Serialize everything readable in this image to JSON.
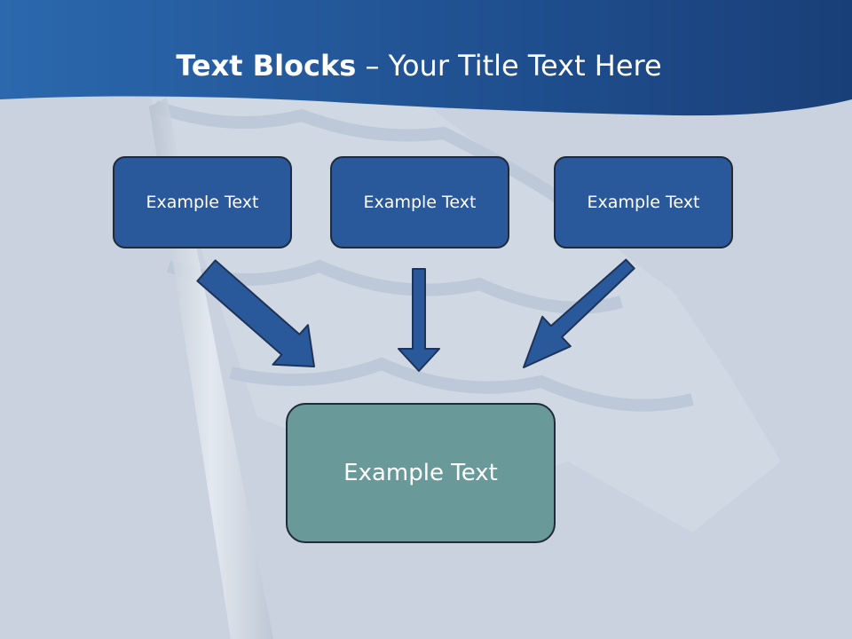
{
  "title": {
    "bold": "Text Blocks",
    "rest": " – Your Title Text Here"
  },
  "blocks": [
    {
      "label": "Example Text"
    },
    {
      "label": "Example Text"
    },
    {
      "label": "Example Text"
    }
  ],
  "result": {
    "label": "Example Text"
  },
  "colors": {
    "header_blue": "#1e4f8e",
    "block_blue": "#29599a",
    "result_teal": "#6a9999",
    "background": "#c9d2de"
  }
}
